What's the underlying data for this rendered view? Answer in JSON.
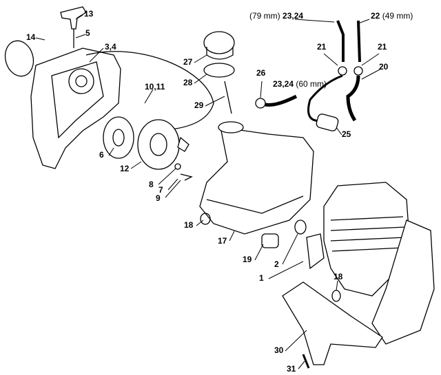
{
  "labels": {
    "p13": "13",
    "p14": "14",
    "p5": "5",
    "p3_4": "3,4",
    "p10_11": "10,11",
    "p6": "6",
    "p12": "12",
    "p8": "8",
    "p7": "7",
    "p9": "9",
    "p27": "27",
    "p28": "28",
    "p29": "29",
    "p26": "26",
    "p23_24_60": "23,24",
    "p23_24_60_len": "(60 mm)",
    "p23_24_79_len": "(79 mm)",
    "p23_24_79": "23,24",
    "p22": "22",
    "p22_len": "(49 mm)",
    "p21a": "21",
    "p21b": "21",
    "p20": "20",
    "p25": "25",
    "p18a": "18",
    "p17": "17",
    "p19": "19",
    "p2": "2",
    "p1": "1",
    "p18b": "18",
    "p30": "30",
    "p31": "31"
  }
}
